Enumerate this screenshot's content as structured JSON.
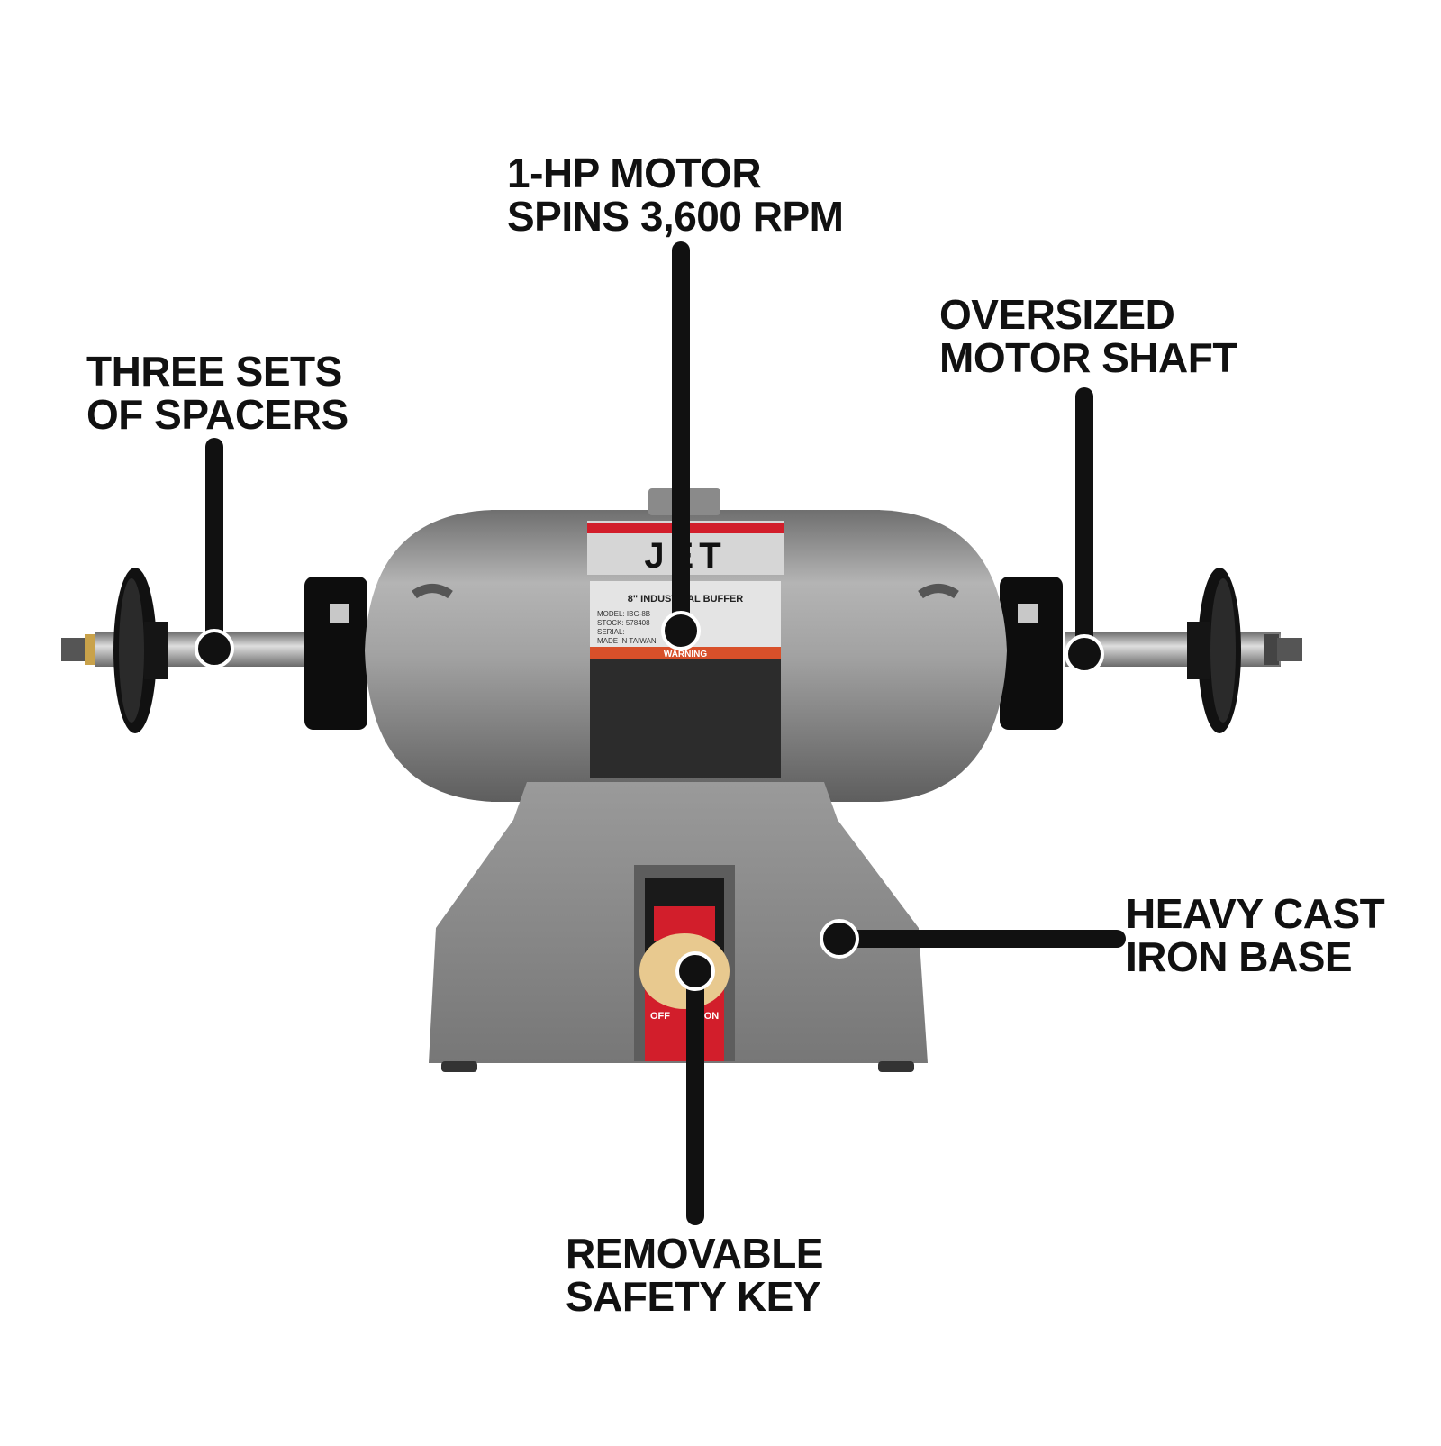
{
  "callouts": {
    "motor": {
      "lines": [
        "1-HP MOTOR",
        "SPINS 3,600 RPM"
      ]
    },
    "spacers": {
      "lines": [
        "THREE SETS",
        "OF SPACERS"
      ]
    },
    "shaft": {
      "lines": [
        "OVERSIZED",
        "MOTOR SHAFT"
      ]
    },
    "base": {
      "lines": [
        "HEAVY CAST",
        "IRON BASE"
      ]
    },
    "key": {
      "lines": [
        "REMOVABLE",
        "SAFETY KEY"
      ]
    }
  },
  "product": {
    "brand": "JET",
    "nameplate_title": "8\" INDUSTRIAL BUFFER",
    "nameplate_lines": [
      "MODEL: IBG-8B",
      "STOCK: 578408",
      "SERIAL:",
      "MADE IN TAIWAN"
    ],
    "warning_title": "WARNING",
    "switch_off": "OFF",
    "switch_on": "ON"
  },
  "colors": {
    "accent_red": "#d21e2b",
    "body_gray": "#9a9a9a",
    "base_gray": "#8c8c8c",
    "key_tan": "#e8c98f",
    "line_black": "#111111"
  }
}
